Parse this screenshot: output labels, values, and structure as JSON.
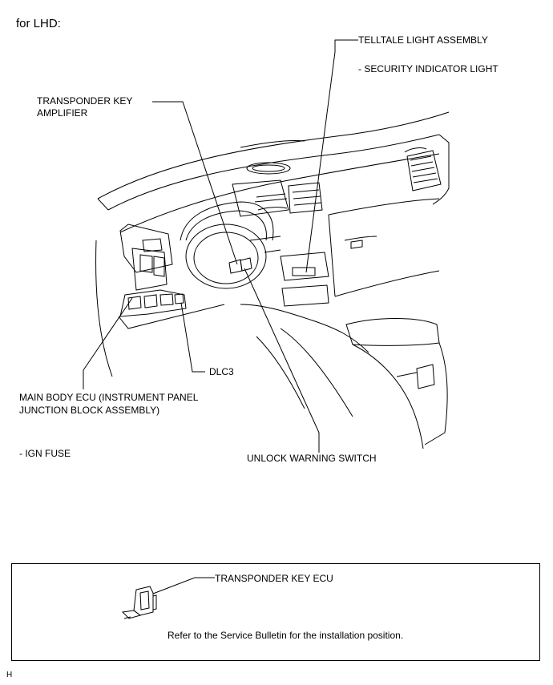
{
  "title": "for LHD:",
  "labels": {
    "telltale": "TELLTALE LIGHT ASSEMBLY",
    "security": "- SECURITY INDICATOR LIGHT",
    "transponder_amp_1": "TRANSPONDER KEY",
    "transponder_amp_2": "AMPLIFIER",
    "dlc3": "DLC3",
    "main_ecu_1": "MAIN BODY ECU (INSTRUMENT PANEL",
    "main_ecu_2": "JUNCTION BLOCK ASSEMBLY)",
    "ign_fuse": "- IGN FUSE",
    "unlock": "UNLOCK WARNING SWITCH"
  },
  "note": {
    "ecu_label": "TRANSPONDER KEY ECU",
    "text": "Refer to the Service Bulletin for the installation position."
  },
  "corner_mark": "H"
}
